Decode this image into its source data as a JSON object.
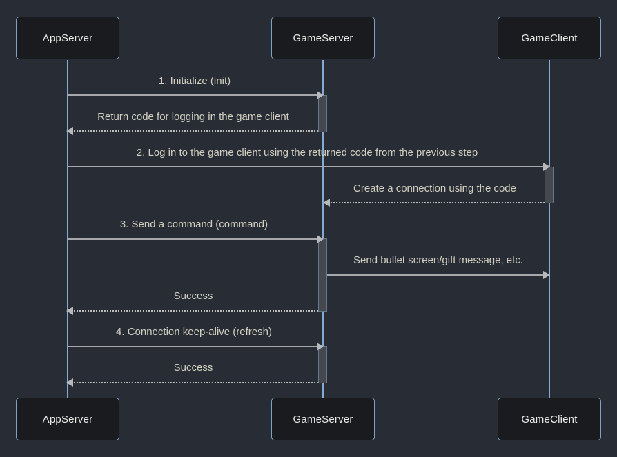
{
  "diagram": {
    "type": "sequence-diagram",
    "actors": [
      {
        "name": "AppServer"
      },
      {
        "name": "GameServer"
      },
      {
        "name": "GameClient"
      }
    ],
    "messages": [
      {
        "from": "AppServer",
        "to": "GameServer",
        "style": "solid",
        "text": "1. Initialize (init)"
      },
      {
        "from": "GameServer",
        "to": "AppServer",
        "style": "dashed",
        "text": "Return code for logging in the game client"
      },
      {
        "from": "AppServer",
        "to": "GameClient",
        "style": "solid",
        "text": "2. Log in to the game client using the returned code from the previous step"
      },
      {
        "from": "GameClient",
        "to": "GameServer",
        "style": "dashed",
        "text": "Create a connection using the code"
      },
      {
        "from": "AppServer",
        "to": "GameServer",
        "style": "solid",
        "text": "3. Send a command (command)"
      },
      {
        "from": "GameServer",
        "to": "GameClient",
        "style": "solid",
        "text": "Send bullet screen/gift message, etc."
      },
      {
        "from": "GameServer",
        "to": "AppServer",
        "style": "dashed",
        "text": "Success"
      },
      {
        "from": "AppServer",
        "to": "GameServer",
        "style": "solid",
        "text": "4. Connection keep-alive (refresh)"
      },
      {
        "from": "GameServer",
        "to": "AppServer",
        "style": "dashed",
        "text": "Success"
      }
    ],
    "colors": {
      "background": "#282c34",
      "actor_fill": "#191b1f",
      "actor_border": "#7fa2c4",
      "actor_text": "#e9e9e6",
      "lifeline": "#84abd4",
      "activation_fill": "#45494f",
      "activation_border": "#62798e",
      "arrow": "#a6a8ac",
      "message_text": "#d2d0c2"
    }
  }
}
